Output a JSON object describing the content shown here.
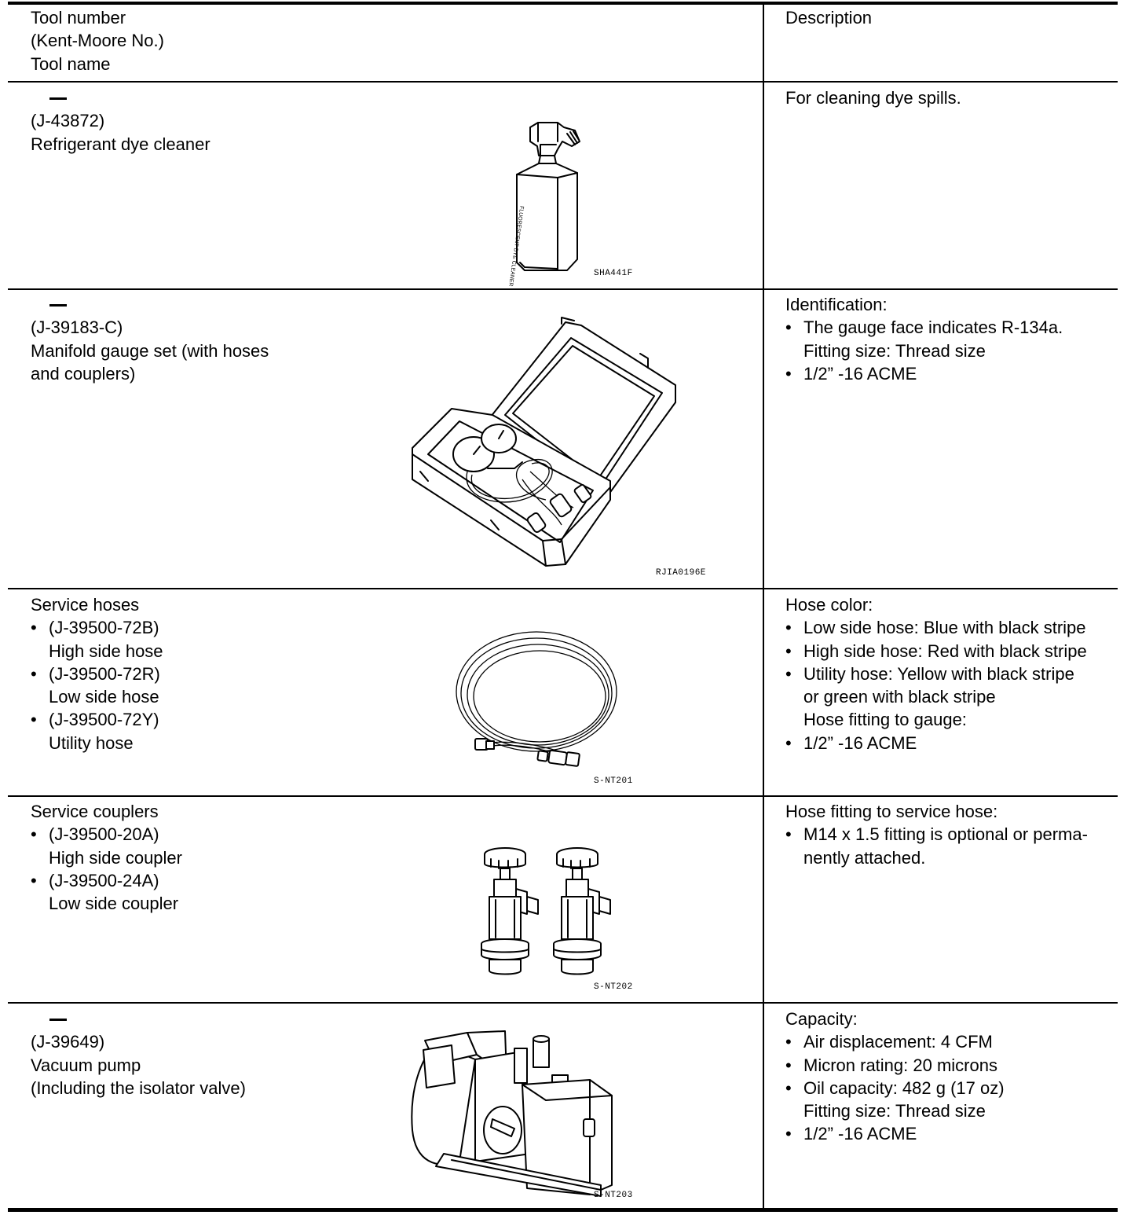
{
  "header": {
    "tool_lines": [
      "Tool number",
      "(Kent-Moore No.)",
      "Tool name"
    ],
    "description": "Description"
  },
  "rows": [
    {
      "tool_number": "—",
      "kent_moore": "(J-43872)",
      "name_lines": [
        "Refrigerant dye cleaner"
      ],
      "figure_code": "SHA441F",
      "label_text": "FLUORESCENT DYE CLEANER",
      "description": "For cleaning dye spills."
    },
    {
      "tool_number": "—",
      "kent_moore": "(J-39183-C)",
      "name_lines": [
        "Manifold gauge set (with hoses",
        "and couplers)"
      ],
      "figure_code": "RJIA0196E",
      "description_heading": "Identification:",
      "bullets": [
        "The gauge face indicates R-134a."
      ],
      "sub_line": "Fitting size: Thread size",
      "bullets_after": [
        "1/2” -16 ACME"
      ]
    },
    {
      "title": "Service hoses",
      "items": [
        {
          "number": "(J-39500-72B)",
          "name": "High side hose"
        },
        {
          "number": "(J-39500-72R)",
          "name": "Low side hose"
        },
        {
          "number": "(J-39500-72Y)",
          "name": "Utility hose"
        }
      ],
      "figure_code": "S-NT201",
      "description_heading": "Hose color:",
      "bullets": [
        "Low side hose: Blue with black stripe",
        "High side hose: Red with black stripe",
        "Utility hose: Yellow with black stripe"
      ],
      "continuation": "or green with black stripe",
      "sub_line": "Hose fitting to gauge:",
      "bullets_after": [
        "1/2” -16 ACME"
      ]
    },
    {
      "title": "Service couplers",
      "items": [
        {
          "number": "(J-39500-20A)",
          "name": "High side coupler"
        },
        {
          "number": "(J-39500-24A)",
          "name": "Low side coupler"
        }
      ],
      "figure_code": "S-NT202",
      "description_heading": "Hose fitting to service hose:",
      "bullets": [
        "M14 x 1.5 fitting is optional or perma-"
      ],
      "continuation": "nently attached."
    },
    {
      "tool_number": "—",
      "kent_moore": "(J-39649)",
      "name_lines": [
        "Vacuum pump",
        "(Including the isolator valve)"
      ],
      "figure_code": "S-NT203",
      "description_heading": "Capacity:",
      "bullets": [
        "Air displacement: 4 CFM",
        "Micron rating: 20 microns",
        "Oil capacity: 482 g (17 oz)"
      ],
      "sub_line": "Fitting size: Thread size",
      "bullets_after": [
        "1/2” -16 ACME"
      ]
    }
  ]
}
